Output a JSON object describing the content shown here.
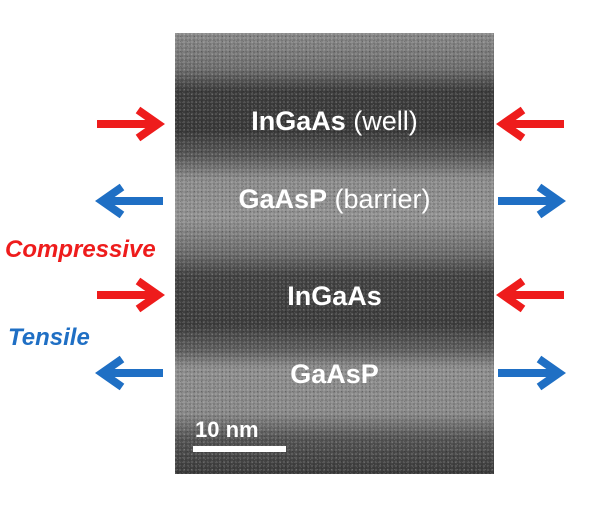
{
  "image": {
    "layers": [
      {
        "material": "InGaAs",
        "qualifier": "(well)",
        "strain": "compressive"
      },
      {
        "material": "GaAsP",
        "qualifier": "(barrier)",
        "strain": "tensile"
      },
      {
        "material": "InGaAs",
        "qualifier": "",
        "strain": "compressive"
      },
      {
        "material": "GaAsP",
        "qualifier": "",
        "strain": "tensile"
      }
    ],
    "scale_bar_label": "10 nm"
  },
  "legend": {
    "compressive_label": "Compressive",
    "tensile_label": "Tensile"
  },
  "colors": {
    "compressive": "#ee1c1c",
    "tensile": "#1f6fc4",
    "well_band": "#3a3a3a",
    "barrier_band": "#8e8e8e"
  },
  "icons": {
    "compressive": "arrow-pointing-inward-icon",
    "tensile": "arrow-pointing-outward-icon"
  }
}
